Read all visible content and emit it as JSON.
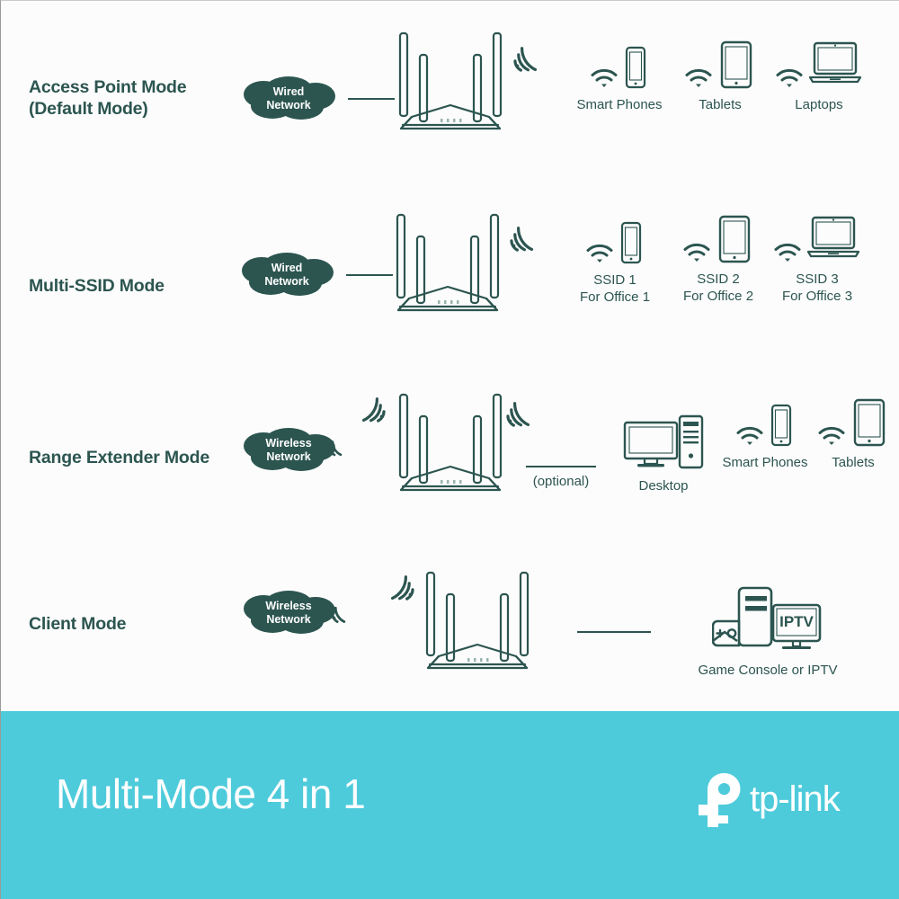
{
  "page": {
    "background_color": "#fcfcfc",
    "accent_color": "#2c5550",
    "footer_color": "#4ecbdb"
  },
  "rows": [
    {
      "mode_label": "Access Point Mode\n(Default Mode)",
      "cloud_label": "Wired\nNetwork",
      "cloud_type": "wired",
      "link_type": "wire",
      "router_wifi_left": false,
      "router_wifi_right": true,
      "devices": [
        {
          "icon": "smartphone-icon",
          "label": "Smart Phones",
          "wifi": true
        },
        {
          "icon": "tablet-icon",
          "label": "Tablets",
          "wifi": true
        },
        {
          "icon": "laptop-icon",
          "label": "Laptops",
          "wifi": true
        }
      ]
    },
    {
      "mode_label": "Multi-SSID Mode",
      "cloud_label": "Wired\nNetwork",
      "cloud_type": "wired",
      "link_type": "wire",
      "router_wifi_left": false,
      "router_wifi_right": true,
      "devices": [
        {
          "icon": "smartphone-icon",
          "label": "SSID 1\nFor Office 1",
          "wifi": true
        },
        {
          "icon": "tablet-icon",
          "label": "SSID 2\nFor Office 2",
          "wifi": true
        },
        {
          "icon": "laptop-icon",
          "label": "SSID 3\nFor Office 3",
          "wifi": true
        }
      ]
    },
    {
      "mode_label": "Range Extender Mode",
      "cloud_label": "Wireless\nNetwork",
      "cloud_type": "wireless",
      "link_type": "wireless",
      "router_wifi_left": true,
      "router_wifi_right": true,
      "optional_label": "(optional)",
      "devices": [
        {
          "icon": "desktop-icon",
          "label": "Desktop",
          "wifi": false
        },
        {
          "icon": "smartphone-icon",
          "label": "Smart Phones",
          "wifi": true
        },
        {
          "icon": "tablet-icon",
          "label": "Tablets",
          "wifi": true
        }
      ]
    },
    {
      "mode_label": "Client Mode",
      "cloud_label": "Wireless\nNetwork",
      "cloud_type": "wireless",
      "link_type": "wireless",
      "router_wifi_left": true,
      "router_wifi_right": false,
      "devices": [
        {
          "icon": "game-console-iptv-icon",
          "label": "Game Console or IPTV",
          "wifi": false,
          "screen_text": "IPTV"
        }
      ]
    }
  ],
  "footer": {
    "title": "Multi-Mode 4 in 1",
    "brand": "tp-link"
  }
}
